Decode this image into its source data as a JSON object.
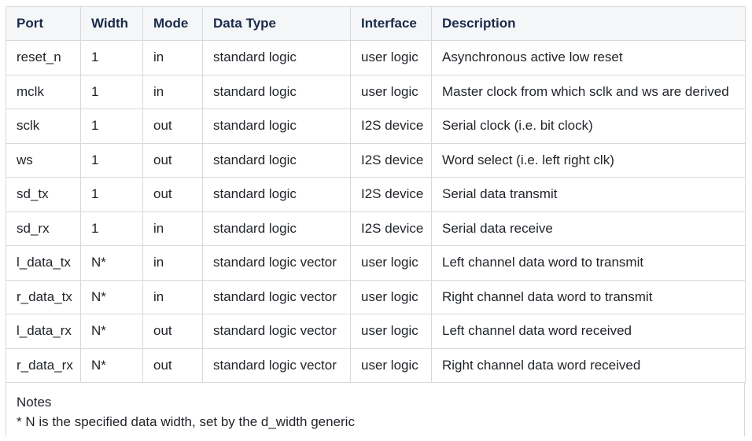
{
  "table": {
    "headers": [
      "Port",
      "Width",
      "Mode",
      "Data Type",
      "Interface",
      "Description"
    ],
    "rows": [
      [
        "reset_n",
        "1",
        "in",
        "standard logic",
        "user logic",
        "Asynchronous active low reset"
      ],
      [
        "mclk",
        "1",
        "in",
        "standard logic",
        "user logic",
        "Master clock from which sclk and ws are derived"
      ],
      [
        "sclk",
        "1",
        "out",
        "standard logic",
        "I2S device",
        "Serial clock (i.e. bit clock)"
      ],
      [
        "ws",
        "1",
        "out",
        "standard logic",
        "I2S device",
        "Word select (i.e. left right clk)"
      ],
      [
        "sd_tx",
        "1",
        "out",
        "standard logic",
        "I2S device",
        "Serial data transmit"
      ],
      [
        "sd_rx",
        "1",
        "in",
        "standard logic",
        "I2S device",
        "Serial data receive"
      ],
      [
        "l_data_tx",
        "N*",
        "in",
        "standard logic vector",
        "user logic",
        "Left channel data word to transmit"
      ],
      [
        "r_data_tx",
        "N*",
        "in",
        "standard logic vector",
        "user logic",
        "Right channel data word to transmit"
      ],
      [
        "l_data_rx",
        "N*",
        "out",
        "standard logic vector",
        "user logic",
        "Left channel data word received"
      ],
      [
        "r_data_rx",
        "N*",
        "out",
        "standard logic vector",
        "user logic",
        "Right channel data word received"
      ]
    ]
  },
  "notes": {
    "title": "Notes",
    "lines": [
      "* N is the specified data width, set by the d_width generic"
    ]
  },
  "colors": {
    "header_bg": "#f4f6f8",
    "header_text": "#1a2b4a",
    "border": "#d6d9de",
    "text": "#1f2328"
  }
}
